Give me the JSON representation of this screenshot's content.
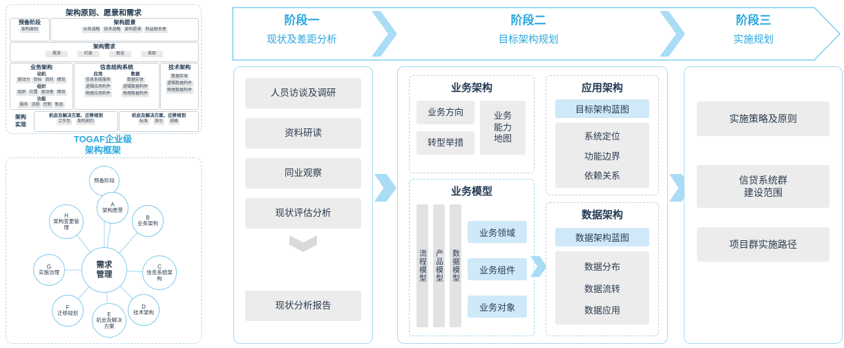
{
  "colors": {
    "accent_blue": "#29a7df",
    "light_blue_fill": "#a9dcf5",
    "highlight_blue": "#cfe9f8",
    "box_gray": "#ececec",
    "text_dark": "#2b3b4e"
  },
  "left": {
    "principles": {
      "title": "架构原则、愿景和需求",
      "prep_phase": "预备阶段",
      "prep_item": "架构原则",
      "vision_title": "架构愿景",
      "vision_items": [
        "业务战略",
        "技术战略",
        "架构愿景",
        "利益相关者"
      ],
      "req_title": "架构需求",
      "req_items": [
        "需求",
        "约束",
        "假设",
        "差距"
      ],
      "business_title": "业务架构",
      "business_groups": [
        {
          "label": "动机",
          "items": [
            "驱动力",
            "目标",
            "目的",
            "绩效"
          ]
        },
        {
          "label": "组织",
          "items": [
            "组织",
            "位置",
            "驱动者",
            "绩效"
          ]
        },
        {
          "label": "功能",
          "items": [
            "服务",
            "流程",
            "控制",
            "制品"
          ]
        }
      ],
      "info_title": "信息结构系统",
      "info_app_title": "应用",
      "info_app_items": [
        "信息系统服务",
        "逻辑应用构件",
        "物理应用构件"
      ],
      "info_data_title": "数据",
      "info_data_items": [
        "数据实体",
        "逻辑数据构件",
        "物理数据构件"
      ],
      "tech_title": "技术架构",
      "tech_items": [
        "数据实体",
        "逻辑数据构件",
        "物理数据构件"
      ],
      "impl_label": "架构\n实现",
      "impl_left_title": "机会及解决方案、迁移规划",
      "impl_left_items": [
        "工作包",
        "架构契约"
      ],
      "impl_right_title": "机会及解决方案、迁移规划",
      "impl_right_items": [
        "标准",
        "指引",
        "规格"
      ]
    },
    "framework_label": "TOGAF企业级\n架构框架",
    "cycle": {
      "center": "需求\n管理",
      "nodes": [
        {
          "id": "",
          "label": "预备阶段"
        },
        {
          "id": "A",
          "label": "架构愿景"
        },
        {
          "id": "B",
          "label": "业务架构"
        },
        {
          "id": "C",
          "label": "信息系统架构"
        },
        {
          "id": "D",
          "label": "技术架构"
        },
        {
          "id": "E",
          "label": "机会及解决方案"
        },
        {
          "id": "F",
          "label": "迁移规划"
        },
        {
          "id": "G",
          "label": "实施治理"
        },
        {
          "id": "H",
          "label": "架构变更管理"
        }
      ]
    }
  },
  "phases": [
    {
      "title": "阶段一",
      "subtitle": "现状及差距分析"
    },
    {
      "title": "阶段二",
      "subtitle": "目标架构规划"
    },
    {
      "title": "阶段三",
      "subtitle": "实施规划"
    }
  ],
  "phase1": {
    "steps": [
      "人员访谈及调研",
      "资料研读",
      "同业观察",
      "现状评估分析"
    ],
    "result": "现状分析报告"
  },
  "phase2": {
    "business": {
      "title": "业务架构",
      "direction": "业务方向",
      "transform": "转型举措",
      "capability_map": "业务\n能力\n地图"
    },
    "model": {
      "title": "业务模型",
      "bars": [
        "流程模型",
        "产品模型",
        "数据模型"
      ],
      "items": [
        "业务领域",
        "业务组件",
        "业务对象"
      ]
    },
    "application": {
      "title": "应用架构",
      "blueprint": "目标架构蓝图",
      "items": [
        "系统定位",
        "功能边界",
        "依赖关系"
      ]
    },
    "data": {
      "title": "数据架构",
      "blueprint": "数据架构蓝图",
      "items": [
        "数据分布",
        "数据流转",
        "数据应用"
      ]
    }
  },
  "phase3": {
    "items": [
      "实施策略及原则",
      "信贷系统群\n建设范围",
      "项目群实施路径"
    ]
  }
}
